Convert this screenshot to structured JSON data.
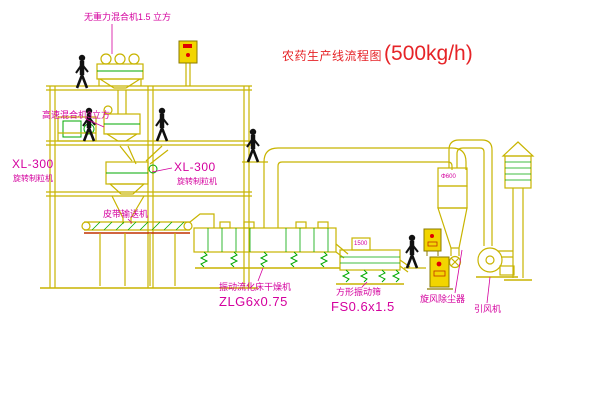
{
  "title": {
    "name": "农药生产线流程图",
    "capacity": "(500kg/h)"
  },
  "equipment_labels": {
    "gravity_free_mixer": "无重力混合机1.5 立方",
    "high_speed_mixer": "高速混合机3立方",
    "granulator_left_model": "XL-300",
    "granulator_left_name": "旋转制粒机",
    "granulator_right_model": "XL-300",
    "granulator_right_name": "旋转制粒机",
    "belt_conveyor": "皮带输送机",
    "fluid_bed_dryer": "振动流化床干燥机",
    "fluid_bed_dryer_model": "ZLG6x0.75",
    "square_vibrating_sieve": "方形振动筛",
    "square_vibrating_sieve_model": "FS0.6x1.5",
    "cyclone_dust_collector": "旋风除尘器",
    "induced_draft_fan": "引风机",
    "cyclone_dimension": "Φ600",
    "sieve_dimension": "1500"
  },
  "colors": {
    "line_yellow": "#c8b400",
    "line_green": "#00a800",
    "line_red": "#c03000",
    "label_magenta": "#d4009e",
    "title_red": "#e62428",
    "cabinet_yellow": "#f2d500",
    "figure_black": "#111111",
    "background": "#ffffff"
  }
}
